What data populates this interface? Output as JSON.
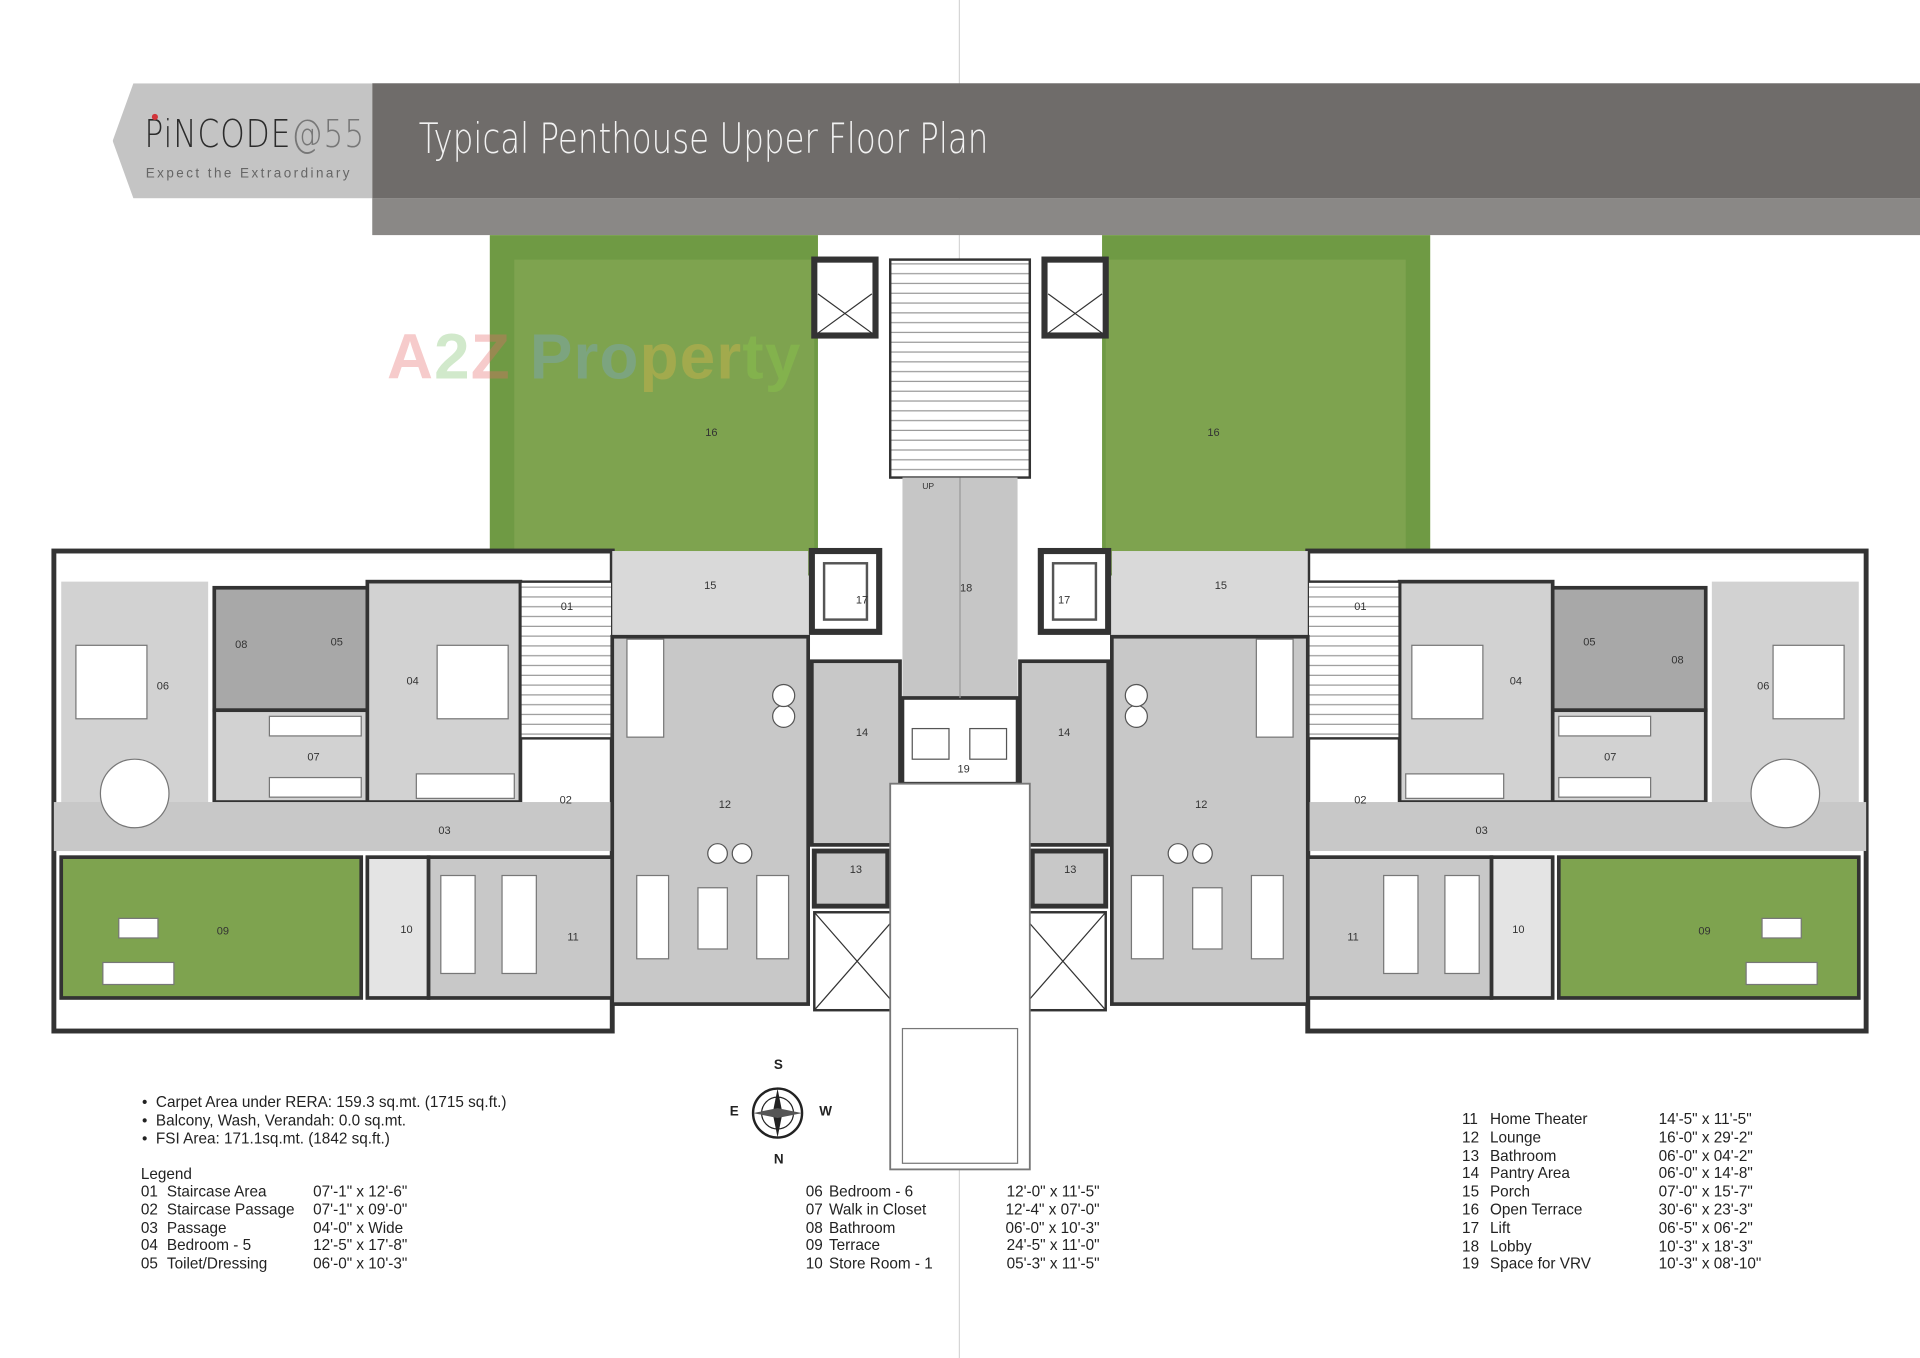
{
  "header": {
    "logo": "PiNCODE@55",
    "logo_main": "PiNCODE",
    "logo_suffix": "@55",
    "tagline": "Expect the Extraordinary",
    "title": "Typical Penthouse Upper Floor Plan"
  },
  "watermark": "A2Z Property",
  "colors": {
    "header_dark": "#6f6c6a",
    "header_light": "#c4c4c4",
    "grass": "#7ea34f",
    "floor": "#cbcbcb",
    "wall": "#333333",
    "logo_dot": "#d2343a"
  },
  "plan": {
    "up_label": "UP",
    "labels_left": [
      "16",
      "01",
      "15",
      "17",
      "18",
      "08",
      "05",
      "06",
      "04",
      "14",
      "19",
      "07",
      "02",
      "12",
      "03",
      "13",
      "09",
      "10",
      "11"
    ],
    "labels_right": [
      "16",
      "15",
      "17",
      "01",
      "05",
      "08",
      "04",
      "06",
      "14",
      "07",
      "12",
      "02",
      "03",
      "13",
      "11",
      "10",
      "09"
    ]
  },
  "compass": {
    "n": "N",
    "s": "S",
    "e": "E",
    "w": "W"
  },
  "areas": [
    "Carpet Area under RERA: 159.3 sq.mt. (1715 sq.ft.)",
    "Balcony, Wash, Verandah: 0.0 sq.mt.",
    "FSI Area: 171.1sq.mt. (1842 sq.ft.)"
  ],
  "legend": {
    "title": "Legend",
    "items": [
      {
        "no": "01",
        "name": "Staircase Area",
        "size": "07'-1\" x 12'-6\""
      },
      {
        "no": "02",
        "name": "Staircase Passage",
        "size": "07'-1\" x 09'-0\""
      },
      {
        "no": "03",
        "name": "Passage",
        "size": "04'-0\" x Wide"
      },
      {
        "no": "04",
        "name": "Bedroom - 5",
        "size": "12'-5\" x 17'-8\""
      },
      {
        "no": "05",
        "name": "Toilet/Dressing",
        "size": "06'-0\" x 10'-3\""
      },
      {
        "no": "06",
        "name": "Bedroom - 6",
        "size": "12'-0\" x 11'-5\""
      },
      {
        "no": "07",
        "name": "Walk in Closet",
        "size": "12'-4\" x 07'-0\""
      },
      {
        "no": "08",
        "name": "Bathroom",
        "size": "06'-0\" x 10'-3\""
      },
      {
        "no": "09",
        "name": "Terrace",
        "size": "24'-5\" x 11'-0\""
      },
      {
        "no": "10",
        "name": "Store Room - 1",
        "size": "05'-3\" x 11'-5\""
      },
      {
        "no": "11",
        "name": "Home Theater",
        "size": "14'-5\" x 11'-5\""
      },
      {
        "no": "12",
        "name": "Lounge",
        "size": "16'-0\" x 29'-2\""
      },
      {
        "no": "13",
        "name": "Bathroom",
        "size": "06'-0\" x 04'-2\""
      },
      {
        "no": "14",
        "name": "Pantry Area",
        "size": "06'-0\" x 14'-8\""
      },
      {
        "no": "15",
        "name": "Porch",
        "size": "07'-0\" x 15'-7\""
      },
      {
        "no": "16",
        "name": "Open Terrace",
        "size": "30'-6\" x 23'-3\""
      },
      {
        "no": "17",
        "name": "Lift",
        "size": "06'-5\" x 06'-2\""
      },
      {
        "no": "18",
        "name": "Lobby",
        "size": "10'-3\" x 18'-3\""
      },
      {
        "no": "19",
        "name": "Space for VRV",
        "size": "10'-3\" x 08'-10\""
      }
    ]
  }
}
